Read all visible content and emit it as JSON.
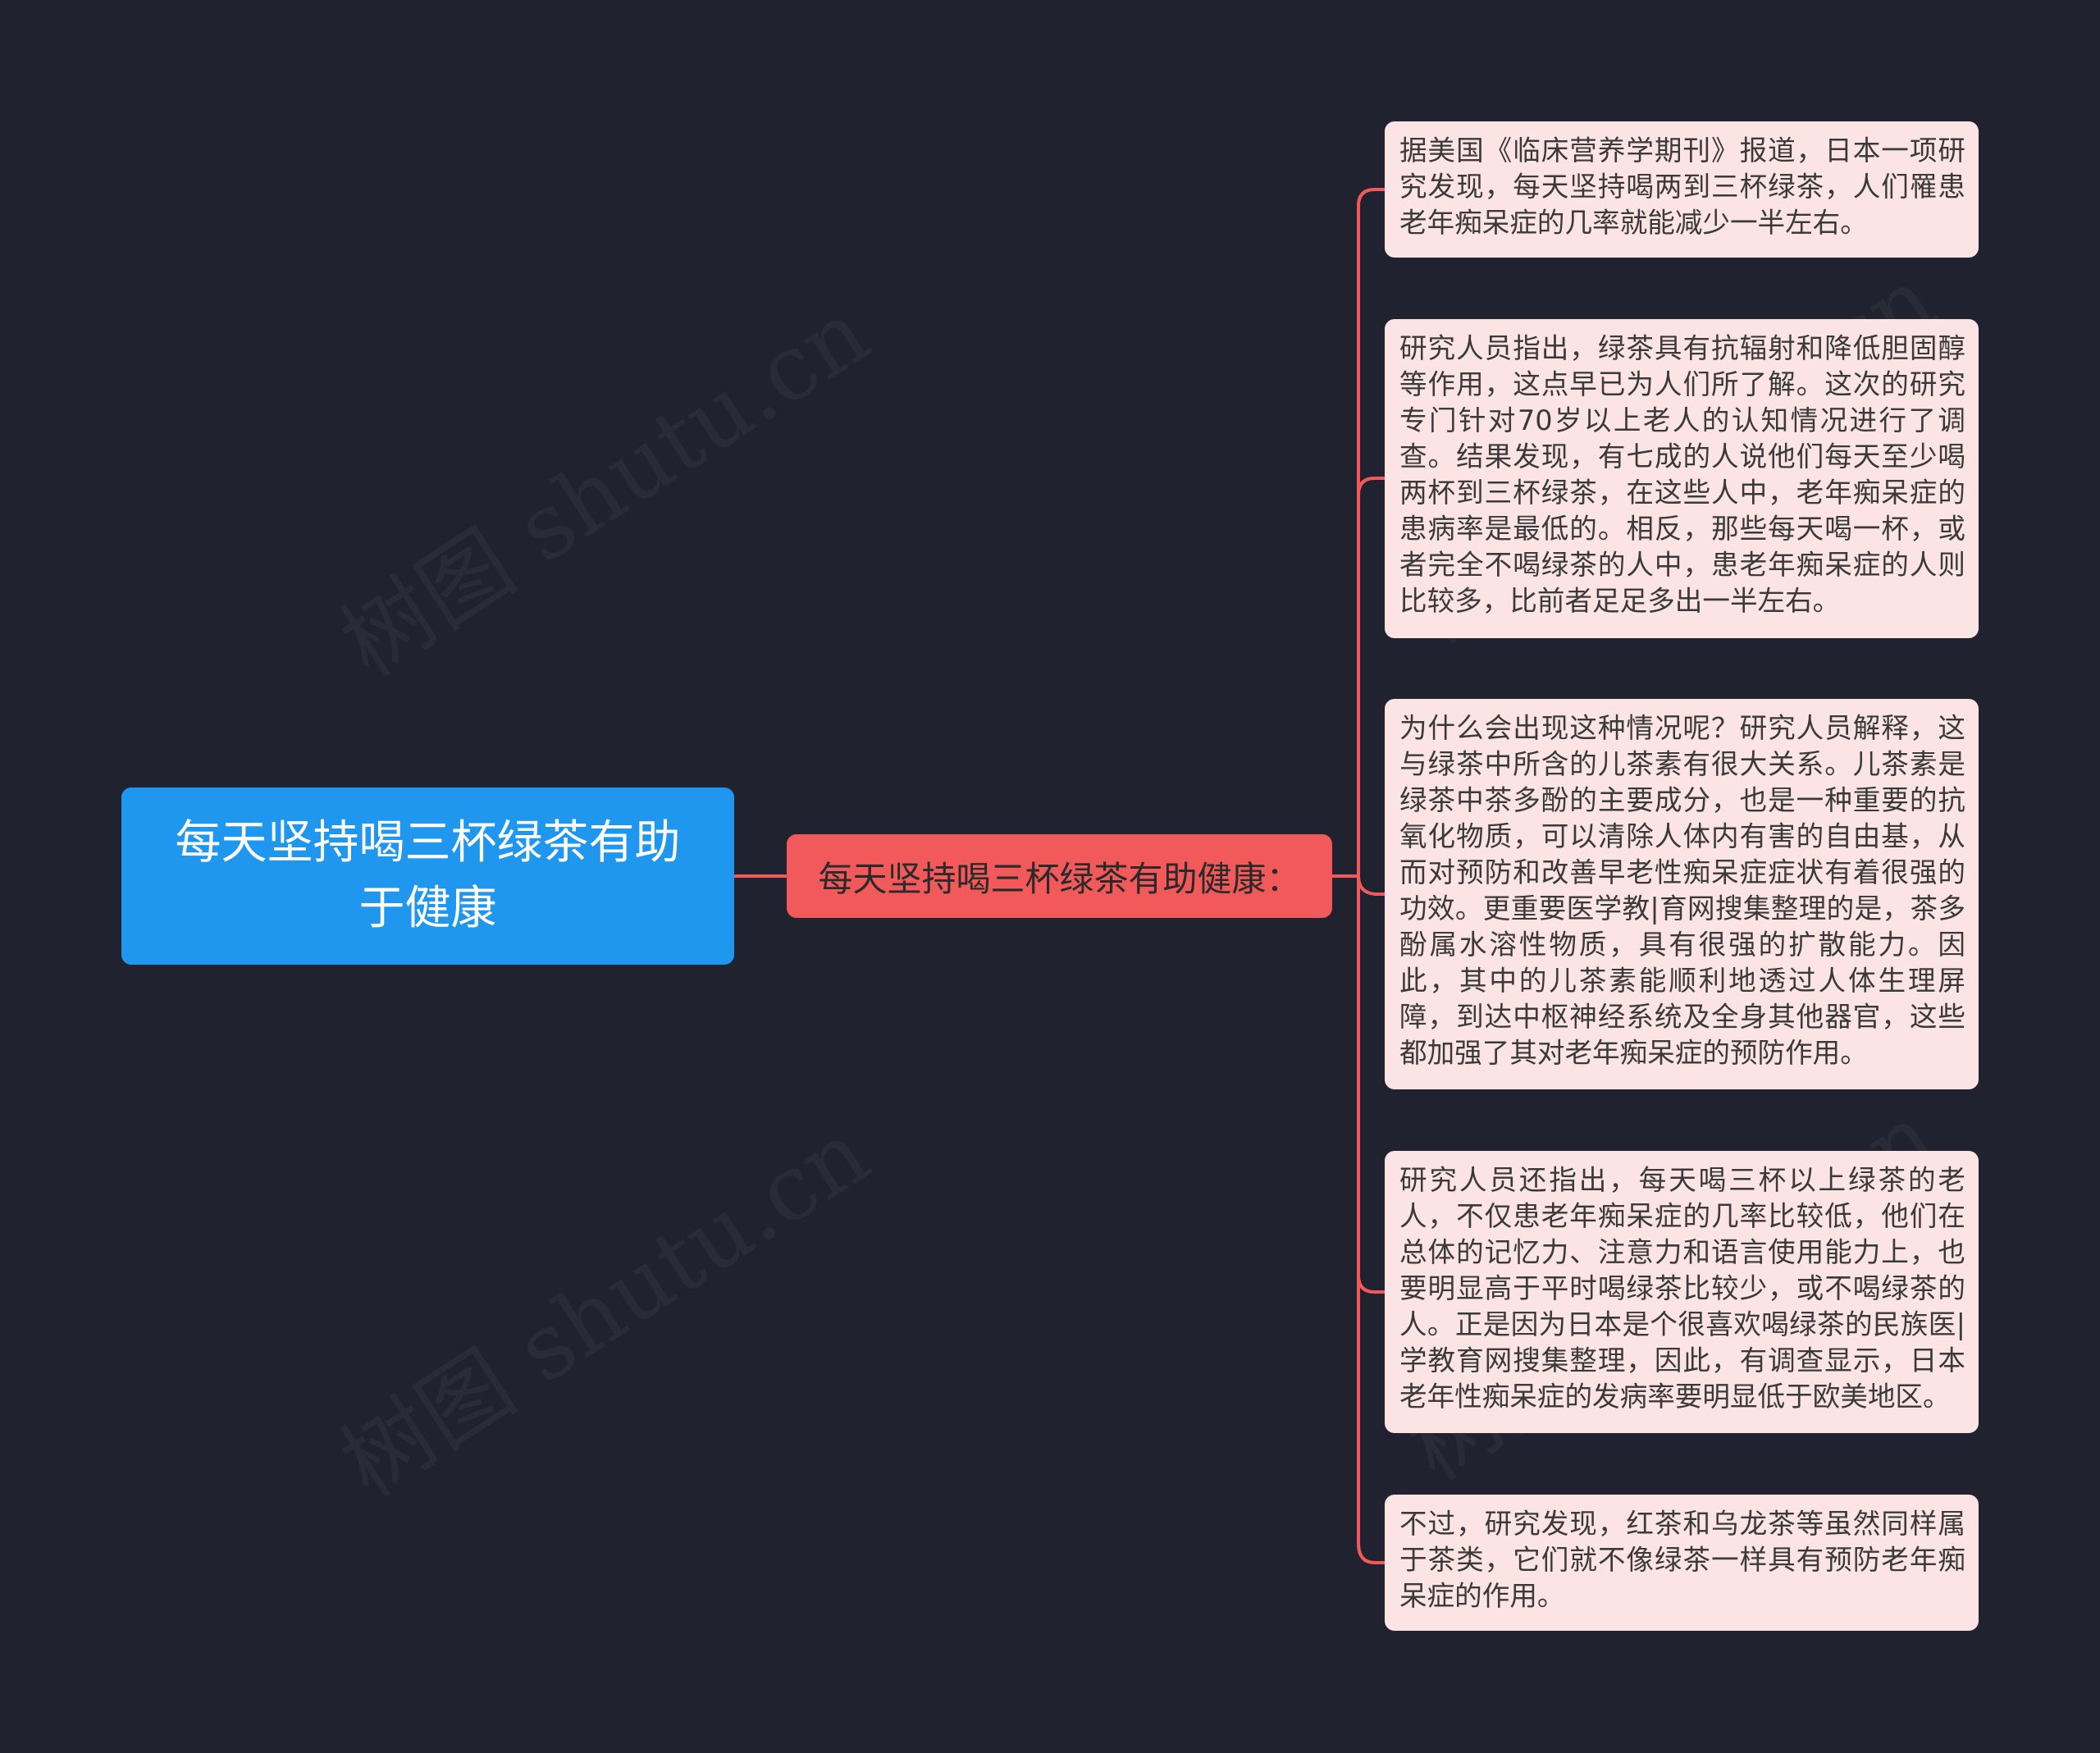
{
  "watermark": "树图 shutu.cn",
  "colors": {
    "background": "#20232f",
    "root": "#1f97ee",
    "branch": "#f1595a",
    "leaf": "#fde4e4",
    "connector": "#f1595a"
  },
  "mindmap": {
    "root": {
      "text": "每天坚持喝三杯绿茶有助于健康"
    },
    "branch": {
      "text": "每天坚持喝三杯绿茶有助健康："
    },
    "leaves": [
      {
        "text": "据美国《临床营养学期刊》报道，日本一项研究发现，每天坚持喝两到三杯绿茶，人们罹患老年痴呆症的几率就能减少一半左右。"
      },
      {
        "text": "研究人员指出，绿茶具有抗辐射和降低胆固醇等作用，这点早已为人们所了解。这次的研究专门针对70岁以上老人的认知情况进行了调查。结果发现，有七成的人说他们每天至少喝两杯到三杯绿茶，在这些人中，老年痴呆症的患病率是最低的。相反，那些每天喝一杯，或者完全不喝绿茶的人中，患老年痴呆症的人则比较多，比前者足足多出一半左右。"
      },
      {
        "text": "为什么会出现这种情况呢？研究人员解释，这与绿茶中所含的儿茶素有很大关系。儿茶素是绿茶中茶多酚的主要成分，也是一种重要的抗氧化物质，可以清除人体内有害的自由基，从而对预防和改善早老性痴呆症症状有着很强的功效。更重要医学教|育网搜集整理的是，茶多酚属水溶性物质，具有很强的扩散能力。因此，其中的儿茶素能顺利地透过人体生理屏障，到达中枢神经系统及全身其他器官，这些都加强了其对老年痴呆症的预防作用。"
      },
      {
        "text": "研究人员还指出，每天喝三杯以上绿茶的老人，不仅患老年痴呆症的几率比较低，他们在总体的记忆力、注意力和语言使用能力上，也要明显高于平时喝绿茶比较少，或不喝绿茶的人。正是因为日本是个很喜欢喝绿茶的民族医|学教育网搜集整理，因此，有调查显示，日本老年性痴呆症的发病率要明显低于欧美地区。"
      },
      {
        "text": "不过，研究发现，红茶和乌龙茶等虽然同样属于茶类，它们就不像绿茶一样具有预防老年痴呆症的作用。"
      }
    ]
  }
}
